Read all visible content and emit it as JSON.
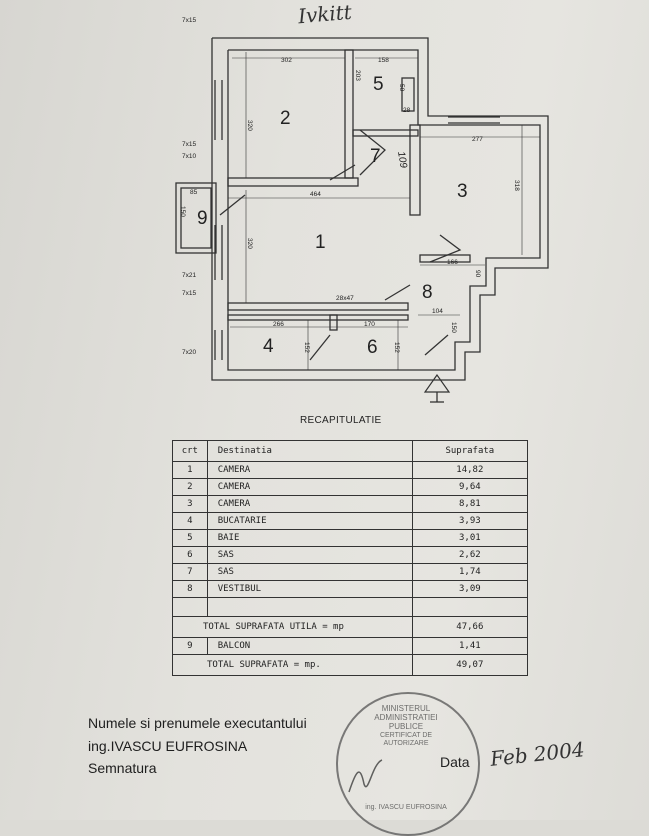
{
  "signature_top": "Ivkitt",
  "plan": {
    "rooms": [
      "1",
      "2",
      "3",
      "4",
      "5",
      "6",
      "7",
      "8",
      "9"
    ],
    "dims": {
      "d302": "302",
      "d158": "158",
      "d320a": "320",
      "d203": "203",
      "d277": "277",
      "d318": "318",
      "d464": "464",
      "d85": "85",
      "d150a": "150",
      "d320b": "320",
      "d166": "166",
      "d90": "90",
      "d104": "104",
      "d150b": "150",
      "d266": "266",
      "d170": "170",
      "d152a": "152",
      "d152b": "152",
      "d109": "109",
      "d50": "50",
      "d28": "28"
    },
    "callouts": {
      "c1": "7x15",
      "c2": "7x15",
      "c3": "7x10",
      "c4": "7x21",
      "c5": "7x15",
      "c6": "7x20",
      "c7": "28x47"
    }
  },
  "recap": {
    "title": "RECAPITULATIE",
    "headers": {
      "crt": "crt",
      "dest": "Destinatia",
      "supr": "Suprafata"
    },
    "rows": [
      {
        "crt": "1",
        "dest": "CAMERA",
        "supr": "14,82"
      },
      {
        "crt": "2",
        "dest": "CAMERA",
        "supr": "9,64"
      },
      {
        "crt": "3",
        "dest": "CAMERA",
        "supr": "8,81"
      },
      {
        "crt": "4",
        "dest": "BUCATARIE",
        "supr": "3,93"
      },
      {
        "crt": "5",
        "dest": "BAIE",
        "supr": "3,01"
      },
      {
        "crt": "6",
        "dest": "SAS",
        "supr": "2,62"
      },
      {
        "crt": "7",
        "dest": "SAS",
        "supr": "1,74"
      },
      {
        "crt": "8",
        "dest": "VESTIBUL",
        "supr": "3,09"
      }
    ],
    "total_util_label": "TOTAL SUPRAFATA UTILA = mp",
    "total_util": "47,66",
    "balcon": {
      "crt": "9",
      "dest": "BALCON",
      "supr": "1,41"
    },
    "total_label": "TOTAL SUPRAFATA = mp.",
    "total": "49,07"
  },
  "footer": {
    "line1": "Numele si prenumele executantului",
    "line2": "ing.IVASCU EUFROSINA",
    "line3": "Semnatura",
    "data_label": "Data",
    "data_value": "Feb 2004"
  },
  "stamp": {
    "ring": "MINISTERUL ADMINISTRATIEI PUBLICE",
    "center": "CERTIFICAT DE AUTORIZARE",
    "name": "ing. IVASCU EUFROSINA"
  }
}
